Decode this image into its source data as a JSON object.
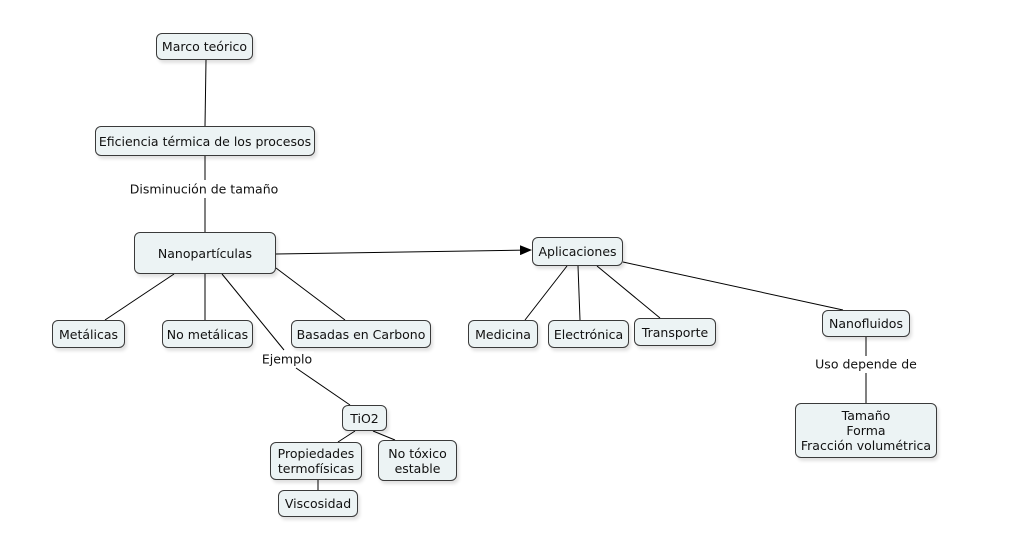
{
  "nodes": {
    "marco": "Marco teórico",
    "eficiencia": "Eficiencia térmica de los procesos",
    "nanoparticulas": "Nanopartículas",
    "aplicaciones": "Aplicaciones",
    "metalicas": "Metálicas",
    "no_metalicas": "No metálicas",
    "carbono": "Basadas en Carbono",
    "medicina": "Medicina",
    "electronica": "Electrónica",
    "transporte": "Transporte",
    "nanofluidos": "Nanofluidos",
    "tio2": "TiO2",
    "propiedades": "Propiedades\ntermofísicas",
    "no_toxico": "No tóxico\nestable",
    "viscosidad": "Viscosidad",
    "tamano": "Tamaño\nForma\nFracción volumétrica"
  },
  "link_labels": {
    "disminucion": "Disminución de tamaño",
    "ejemplo": "Ejemplo",
    "uso": "Uso depende de"
  }
}
